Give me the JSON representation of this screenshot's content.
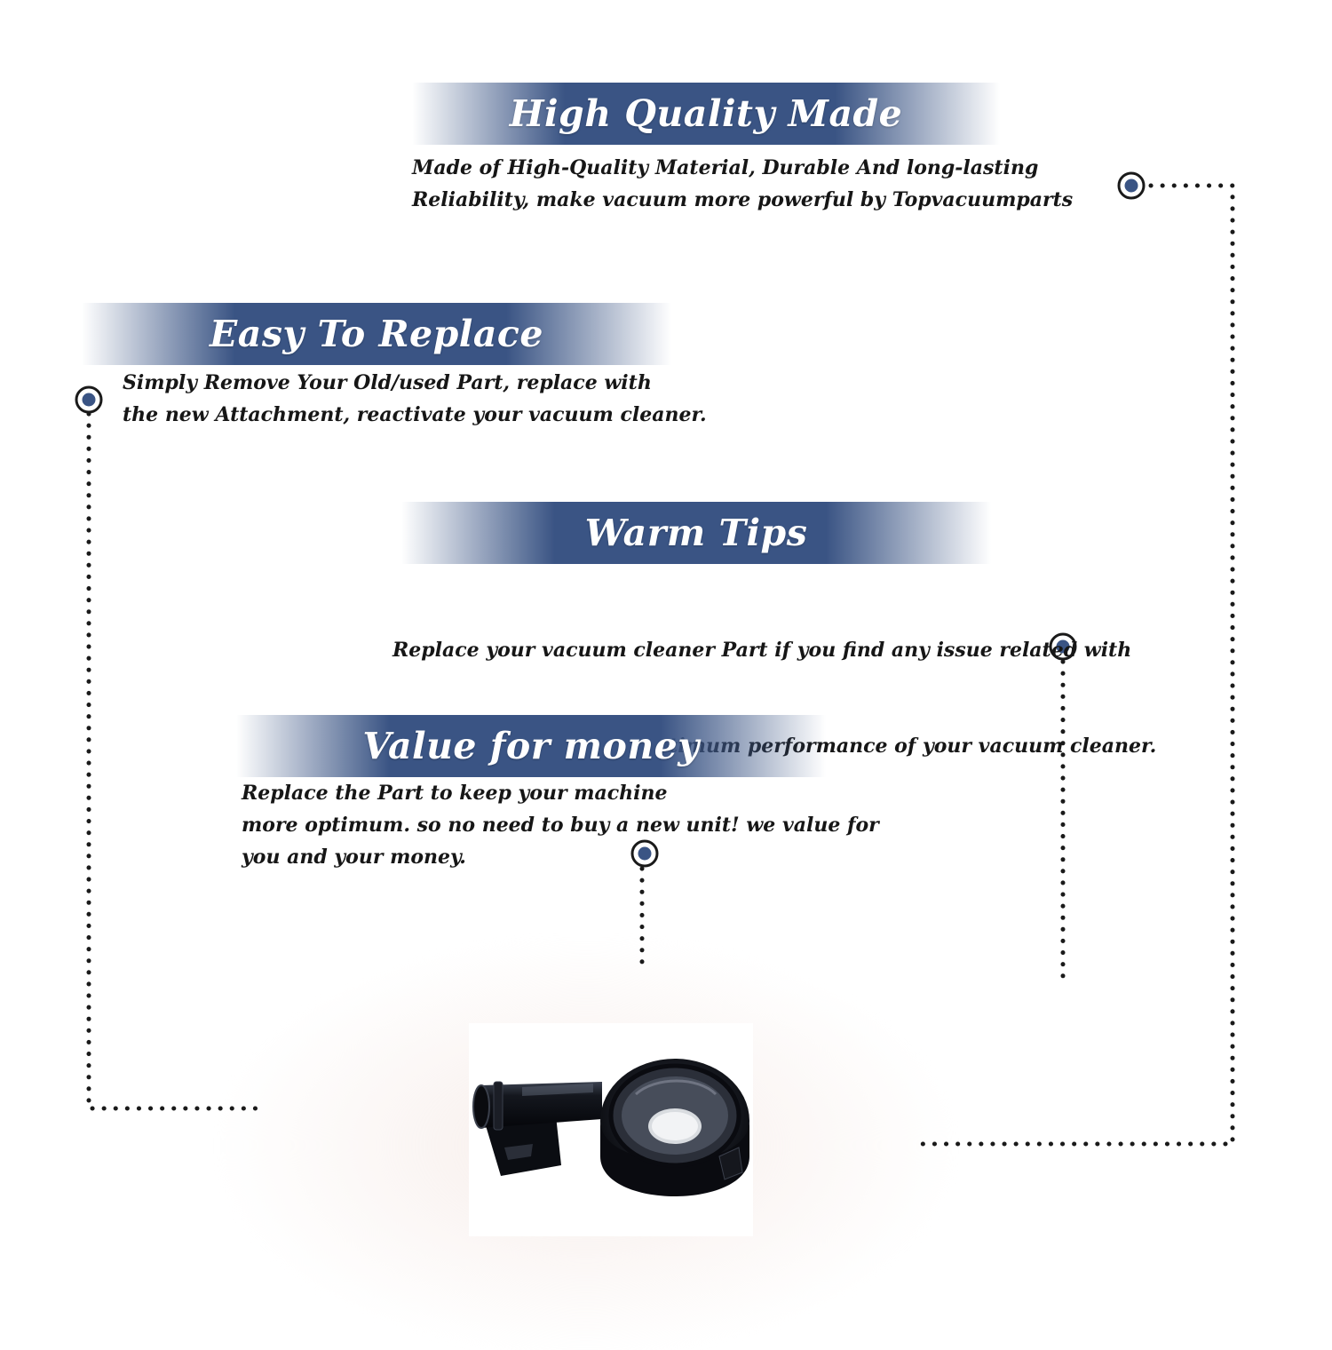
{
  "features": [
    {
      "title": "High Quality Made",
      "lines": [
        "Made of  High-Quality Material, Durable And long-lasting",
        "Reliability, make vacuum more powerful by Topvacuumparts"
      ]
    },
    {
      "title": "Easy To Replace",
      "lines": [
        "Simply Remove Your Old/used Part, replace with",
        "the new Attachment, reactivate your vacuum cleaner."
      ]
    },
    {
      "title": "Warm Tips",
      "lines": [
        "Replace your vacuum cleaner Part if you find any issue related with",
        " attachment to ensure optimum performance of your vacuum cleaner."
      ]
    },
    {
      "title": "Value for money",
      "lines": [
        "Replace the Part to keep your machine",
        "more optimum. so no need to buy a new unit! we value for",
        "you and your money."
      ]
    }
  ],
  "colors": {
    "banner": "#3a5484",
    "marker": "#3a5484",
    "text": "#161616",
    "dots": "#1a1a1a"
  },
  "product": {
    "icon": "vacuum-attachment-part-icon"
  }
}
